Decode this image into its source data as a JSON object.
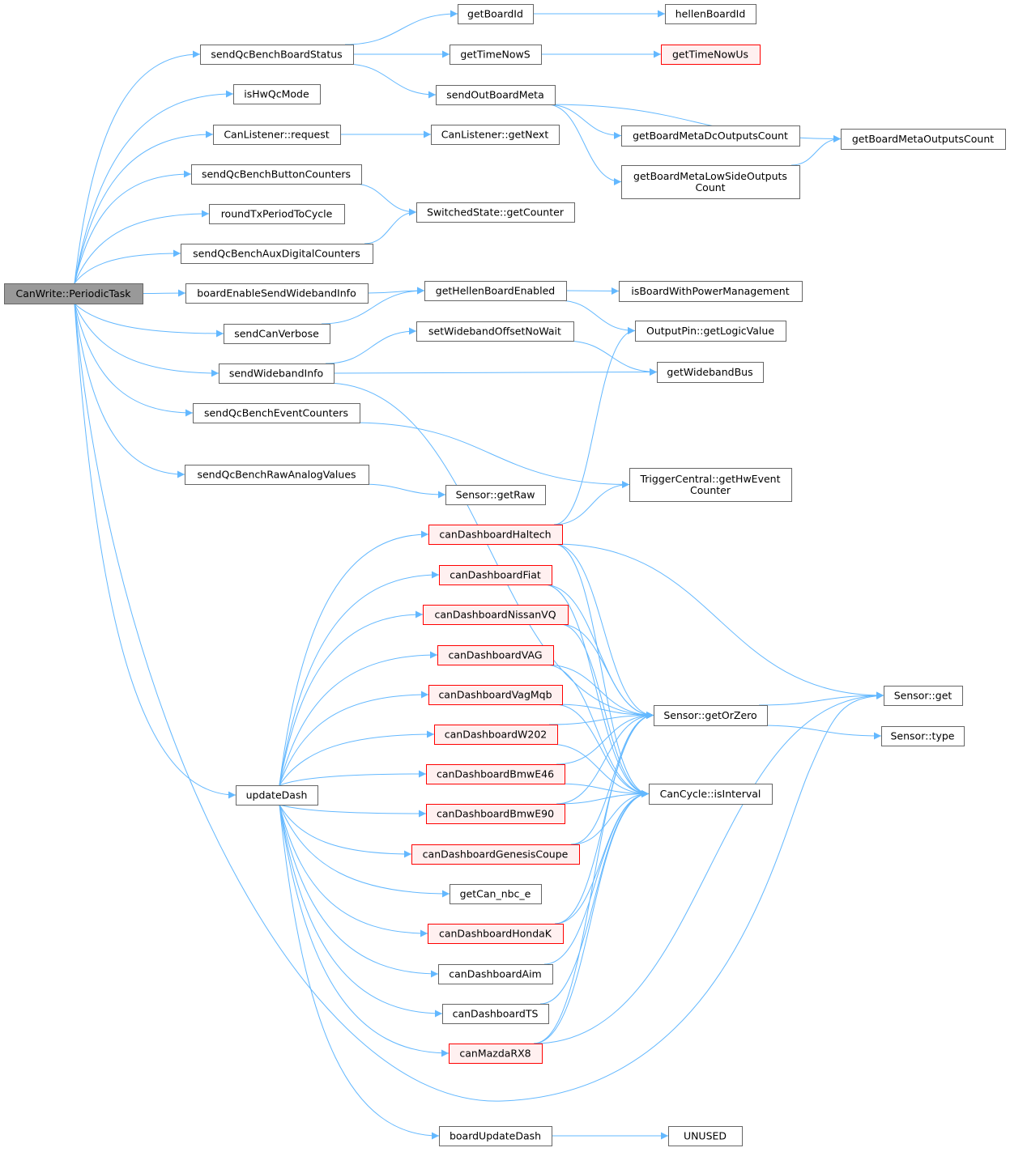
{
  "graph": {
    "edge_color": "#63b8ff",
    "nodes": [
      {
        "id": "root",
        "lines": [
          "CanWrite::PeriodicTask"
        ],
        "style": "root"
      },
      {
        "id": "sendQcBenchBoardStatus",
        "lines": [
          "sendQcBenchBoardStatus"
        ]
      },
      {
        "id": "isHwQcMode",
        "lines": [
          "isHwQcMode"
        ]
      },
      {
        "id": "canListenerRequest",
        "lines": [
          "CanListener::request"
        ]
      },
      {
        "id": "sendQcBenchButtonCounters",
        "lines": [
          "sendQcBenchButtonCounters"
        ]
      },
      {
        "id": "roundTxPeriodToCycle",
        "lines": [
          "roundTxPeriodToCycle"
        ]
      },
      {
        "id": "sendQcBenchAuxDigitalCounters",
        "lines": [
          "sendQcBenchAuxDigitalCounters"
        ]
      },
      {
        "id": "boardEnableSendWidebandInfo",
        "lines": [
          "boardEnableSendWidebandInfo"
        ]
      },
      {
        "id": "sendCanVerbose",
        "lines": [
          "sendCanVerbose"
        ]
      },
      {
        "id": "sendWidebandInfo",
        "lines": [
          "sendWidebandInfo"
        ]
      },
      {
        "id": "sendQcBenchEventCounters",
        "lines": [
          "sendQcBenchEventCounters"
        ]
      },
      {
        "id": "sendQcBenchRawAnalogValues",
        "lines": [
          "sendQcBenchRawAnalogValues"
        ]
      },
      {
        "id": "updateDash",
        "lines": [
          "updateDash"
        ]
      },
      {
        "id": "getBoardId",
        "lines": [
          "getBoardId"
        ]
      },
      {
        "id": "getTimeNowS",
        "lines": [
          "getTimeNowS"
        ]
      },
      {
        "id": "sendOutBoardMeta",
        "lines": [
          "sendOutBoardMeta"
        ]
      },
      {
        "id": "canListenerGetNext",
        "lines": [
          "CanListener::getNext"
        ]
      },
      {
        "id": "switchedStateGetCounter",
        "lines": [
          "SwitchedState::getCounter"
        ]
      },
      {
        "id": "getHellenBoardEnabled",
        "lines": [
          "getHellenBoardEnabled"
        ]
      },
      {
        "id": "setWidebandOffsetNoWait",
        "lines": [
          "setWidebandOffsetNoWait"
        ]
      },
      {
        "id": "sensorGetRaw",
        "lines": [
          "Sensor::getRaw"
        ]
      },
      {
        "id": "canDashboardHaltech",
        "lines": [
          "canDashboardHaltech"
        ],
        "style": "red"
      },
      {
        "id": "canDashboardFiat",
        "lines": [
          "canDashboardFiat"
        ],
        "style": "red"
      },
      {
        "id": "canDashboardNissanVQ",
        "lines": [
          "canDashboardNissanVQ"
        ],
        "style": "red"
      },
      {
        "id": "canDashboardVAG",
        "lines": [
          "canDashboardVAG"
        ],
        "style": "red"
      },
      {
        "id": "canDashboardVagMqb",
        "lines": [
          "canDashboardVagMqb"
        ],
        "style": "red"
      },
      {
        "id": "canDashboardW202",
        "lines": [
          "canDashboardW202"
        ],
        "style": "red"
      },
      {
        "id": "canDashboardBmwE46",
        "lines": [
          "canDashboardBmwE46"
        ],
        "style": "red"
      },
      {
        "id": "canDashboardBmwE90",
        "lines": [
          "canDashboardBmwE90"
        ],
        "style": "red"
      },
      {
        "id": "canDashboardGenesisCoupe",
        "lines": [
          "canDashboardGenesisCoupe"
        ],
        "style": "red"
      },
      {
        "id": "getCanNbcE",
        "lines": [
          "getCan_nbc_e"
        ]
      },
      {
        "id": "canDashboardHondaK",
        "lines": [
          "canDashboardHondaK"
        ],
        "style": "red"
      },
      {
        "id": "canDashboardAim",
        "lines": [
          "canDashboardAim"
        ]
      },
      {
        "id": "canDashboardTS",
        "lines": [
          "canDashboardTS"
        ]
      },
      {
        "id": "canMazdaRX8",
        "lines": [
          "canMazdaRX8"
        ],
        "style": "red"
      },
      {
        "id": "boardUpdateDash",
        "lines": [
          "boardUpdateDash"
        ]
      },
      {
        "id": "hellenBoardId",
        "lines": [
          "hellenBoardId"
        ]
      },
      {
        "id": "getTimeNowUs",
        "lines": [
          "getTimeNowUs"
        ],
        "style": "red"
      },
      {
        "id": "getBoardMetaDcOutputsCount",
        "lines": [
          "getBoardMetaDcOutputsCount"
        ]
      },
      {
        "id": "getBoardMetaLowSideOutputsCount",
        "lines": [
          "getBoardMetaLowSideOutputs",
          "Count"
        ]
      },
      {
        "id": "isBoardWithPowerManagement",
        "lines": [
          "isBoardWithPowerManagement"
        ]
      },
      {
        "id": "outputPinGetLogicValue",
        "lines": [
          "OutputPin::getLogicValue"
        ]
      },
      {
        "id": "getWidebandBus",
        "lines": [
          "getWidebandBus"
        ]
      },
      {
        "id": "triggerCentralGetHwEventCounter",
        "lines": [
          "TriggerCentral::getHwEvent",
          "Counter"
        ]
      },
      {
        "id": "sensorGetOrZero",
        "lines": [
          "Sensor::getOrZero"
        ]
      },
      {
        "id": "canCycleIsInterval",
        "lines": [
          "CanCycle::isInterval"
        ]
      },
      {
        "id": "unused",
        "lines": [
          "UNUSED"
        ]
      },
      {
        "id": "getBoardMetaOutputsCount",
        "lines": [
          "getBoardMetaOutputsCount"
        ]
      },
      {
        "id": "sensorGet",
        "lines": [
          "Sensor::get"
        ]
      },
      {
        "id": "sensorType",
        "lines": [
          "Sensor::type"
        ]
      }
    ],
    "edges": [
      [
        "root",
        "sendQcBenchBoardStatus"
      ],
      [
        "root",
        "isHwQcMode"
      ],
      [
        "root",
        "canListenerRequest"
      ],
      [
        "root",
        "sendQcBenchButtonCounters"
      ],
      [
        "root",
        "roundTxPeriodToCycle"
      ],
      [
        "root",
        "sendQcBenchAuxDigitalCounters"
      ],
      [
        "root",
        "boardEnableSendWidebandInfo"
      ],
      [
        "root",
        "sendCanVerbose"
      ],
      [
        "root",
        "sendWidebandInfo"
      ],
      [
        "root",
        "sendQcBenchEventCounters"
      ],
      [
        "root",
        "sendQcBenchRawAnalogValues"
      ],
      [
        "root",
        "updateDash"
      ],
      [
        "root",
        "sensorGet"
      ],
      [
        "sendQcBenchBoardStatus",
        "getBoardId"
      ],
      [
        "sendQcBenchBoardStatus",
        "getTimeNowS"
      ],
      [
        "sendQcBenchBoardStatus",
        "sendOutBoardMeta"
      ],
      [
        "getBoardId",
        "hellenBoardId"
      ],
      [
        "getTimeNowS",
        "getTimeNowUs"
      ],
      [
        "sendOutBoardMeta",
        "getBoardMetaDcOutputsCount"
      ],
      [
        "sendOutBoardMeta",
        "getBoardMetaLowSideOutputsCount"
      ],
      [
        "sendOutBoardMeta",
        "getBoardMetaOutputsCount"
      ],
      [
        "getBoardMetaLowSideOutputsCount",
        "getBoardMetaOutputsCount"
      ],
      [
        "canListenerRequest",
        "canListenerGetNext"
      ],
      [
        "sendQcBenchButtonCounters",
        "switchedStateGetCounter"
      ],
      [
        "sendQcBenchAuxDigitalCounters",
        "switchedStateGetCounter"
      ],
      [
        "boardEnableSendWidebandInfo",
        "getHellenBoardEnabled"
      ],
      [
        "sendCanVerbose",
        "getHellenBoardEnabled"
      ],
      [
        "getHellenBoardEnabled",
        "isBoardWithPowerManagement"
      ],
      [
        "getHellenBoardEnabled",
        "outputPinGetLogicValue"
      ],
      [
        "sendWidebandInfo",
        "setWidebandOffsetNoWait"
      ],
      [
        "sendWidebandInfo",
        "getWidebandBus"
      ],
      [
        "sendWidebandInfo",
        "sensorGetOrZero"
      ],
      [
        "setWidebandOffsetNoWait",
        "getWidebandBus"
      ],
      [
        "sendQcBenchEventCounters",
        "triggerCentralGetHwEventCounter"
      ],
      [
        "sendQcBenchRawAnalogValues",
        "sensorGetRaw"
      ],
      [
        "canDashboardHaltech",
        "outputPinGetLogicValue"
      ],
      [
        "canDashboardHaltech",
        "triggerCentralGetHwEventCounter"
      ],
      [
        "canDashboardHaltech",
        "sensorGet"
      ],
      [
        "canDashboardHaltech",
        "sensorGetOrZero"
      ],
      [
        "canDashboardHaltech",
        "canCycleIsInterval"
      ],
      [
        "canDashboardFiat",
        "sensorGetOrZero"
      ],
      [
        "canDashboardFiat",
        "canCycleIsInterval"
      ],
      [
        "canDashboardNissanVQ",
        "sensorGetOrZero"
      ],
      [
        "canDashboardNissanVQ",
        "canCycleIsInterval"
      ],
      [
        "canDashboardVAG",
        "sensorGetOrZero"
      ],
      [
        "canDashboardVAG",
        "canCycleIsInterval"
      ],
      [
        "canDashboardVagMqb",
        "sensorGetOrZero"
      ],
      [
        "canDashboardVagMqb",
        "canCycleIsInterval"
      ],
      [
        "canDashboardW202",
        "sensorGetOrZero"
      ],
      [
        "canDashboardW202",
        "canCycleIsInterval"
      ],
      [
        "canDashboardBmwE46",
        "sensorGetOrZero"
      ],
      [
        "canDashboardBmwE46",
        "canCycleIsInterval"
      ],
      [
        "canDashboardBmwE90",
        "sensorGetOrZero"
      ],
      [
        "canDashboardBmwE90",
        "canCycleIsInterval"
      ],
      [
        "canDashboardGenesisCoupe",
        "sensorGetOrZero"
      ],
      [
        "canDashboardGenesisCoupe",
        "canCycleIsInterval"
      ],
      [
        "canDashboardHondaK",
        "sensorGetOrZero"
      ],
      [
        "canDashboardHondaK",
        "canCycleIsInterval"
      ],
      [
        "canDashboardAim",
        "canCycleIsInterval"
      ],
      [
        "canDashboardTS",
        "canCycleIsInterval"
      ],
      [
        "canMazdaRX8",
        "sensorGetOrZero"
      ],
      [
        "canMazdaRX8",
        "canCycleIsInterval"
      ],
      [
        "canMazdaRX8",
        "sensorGet"
      ],
      [
        "sensorGetOrZero",
        "sensorGet"
      ],
      [
        "sensorGetOrZero",
        "sensorType"
      ],
      [
        "updateDash",
        "canDashboardHaltech"
      ],
      [
        "updateDash",
        "canDashboardFiat"
      ],
      [
        "updateDash",
        "canDashboardNissanVQ"
      ],
      [
        "updateDash",
        "canDashboardVAG"
      ],
      [
        "updateDash",
        "canDashboardVagMqb"
      ],
      [
        "updateDash",
        "canDashboardW202"
      ],
      [
        "updateDash",
        "canDashboardBmwE46"
      ],
      [
        "updateDash",
        "canDashboardBmwE90"
      ],
      [
        "updateDash",
        "canDashboardGenesisCoupe"
      ],
      [
        "updateDash",
        "getCanNbcE"
      ],
      [
        "updateDash",
        "canDashboardHondaK"
      ],
      [
        "updateDash",
        "canDashboardAim"
      ],
      [
        "updateDash",
        "canDashboardTS"
      ],
      [
        "updateDash",
        "canMazdaRX8"
      ],
      [
        "updateDash",
        "boardUpdateDash"
      ],
      [
        "boardUpdateDash",
        "unused"
      ]
    ]
  }
}
